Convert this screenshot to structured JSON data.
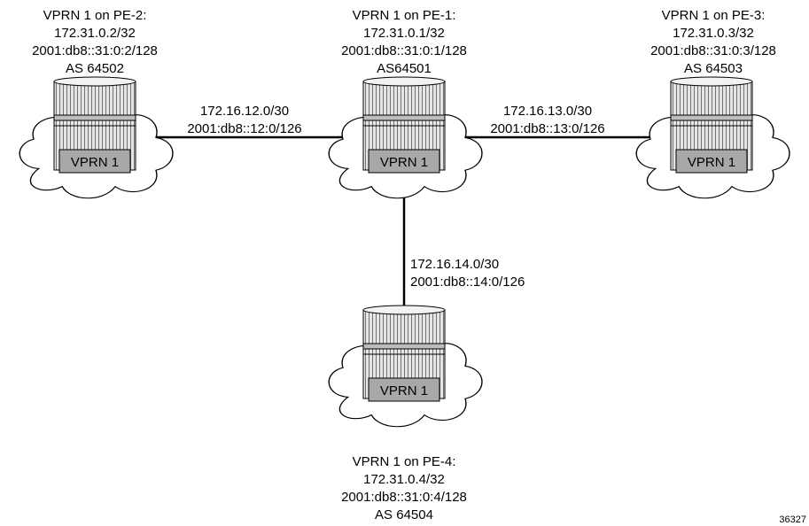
{
  "nodes": {
    "pe2": {
      "title": "VPRN 1 on PE-2:",
      "ipv4": "172.31.0.2/32",
      "ipv6": "2001:db8::31:0:2/128",
      "as": "AS 64502",
      "vprn": "VPRN 1"
    },
    "pe1": {
      "title": "VPRN 1 on PE-1:",
      "ipv4": "172.31.0.1/32",
      "ipv6": "2001:db8::31:0:1/128",
      "as": "AS64501",
      "vprn": "VPRN 1"
    },
    "pe3": {
      "title": "VPRN 1 on PE-3:",
      "ipv4": "172.31.0.3/32",
      "ipv6": "2001:db8::31:0:3/128",
      "as": "AS 64503",
      "vprn": "VPRN 1"
    },
    "pe4": {
      "title": "VPRN 1 on PE-4:",
      "ipv4": "172.31.0.4/32",
      "ipv6": "2001:db8::31:0:4/128",
      "as": "AS 64504",
      "vprn": "VPRN 1"
    }
  },
  "links": {
    "pe1_pe2": {
      "ipv4": "172.16.12.0/30",
      "ipv6": "2001:db8::12:0/126"
    },
    "pe1_pe3": {
      "ipv4": "172.16.13.0/30",
      "ipv6": "2001:db8::13:0/126"
    },
    "pe1_pe4": {
      "ipv4": "172.16.14.0/30",
      "ipv6": "2001:db8::14:0/126"
    }
  },
  "figure_id": "36327",
  "colors": {
    "cloud_fill": "#ffffff",
    "router_fill": "#e6e6e6",
    "label_fill": "#a8a8a8",
    "line": "#000000"
  }
}
